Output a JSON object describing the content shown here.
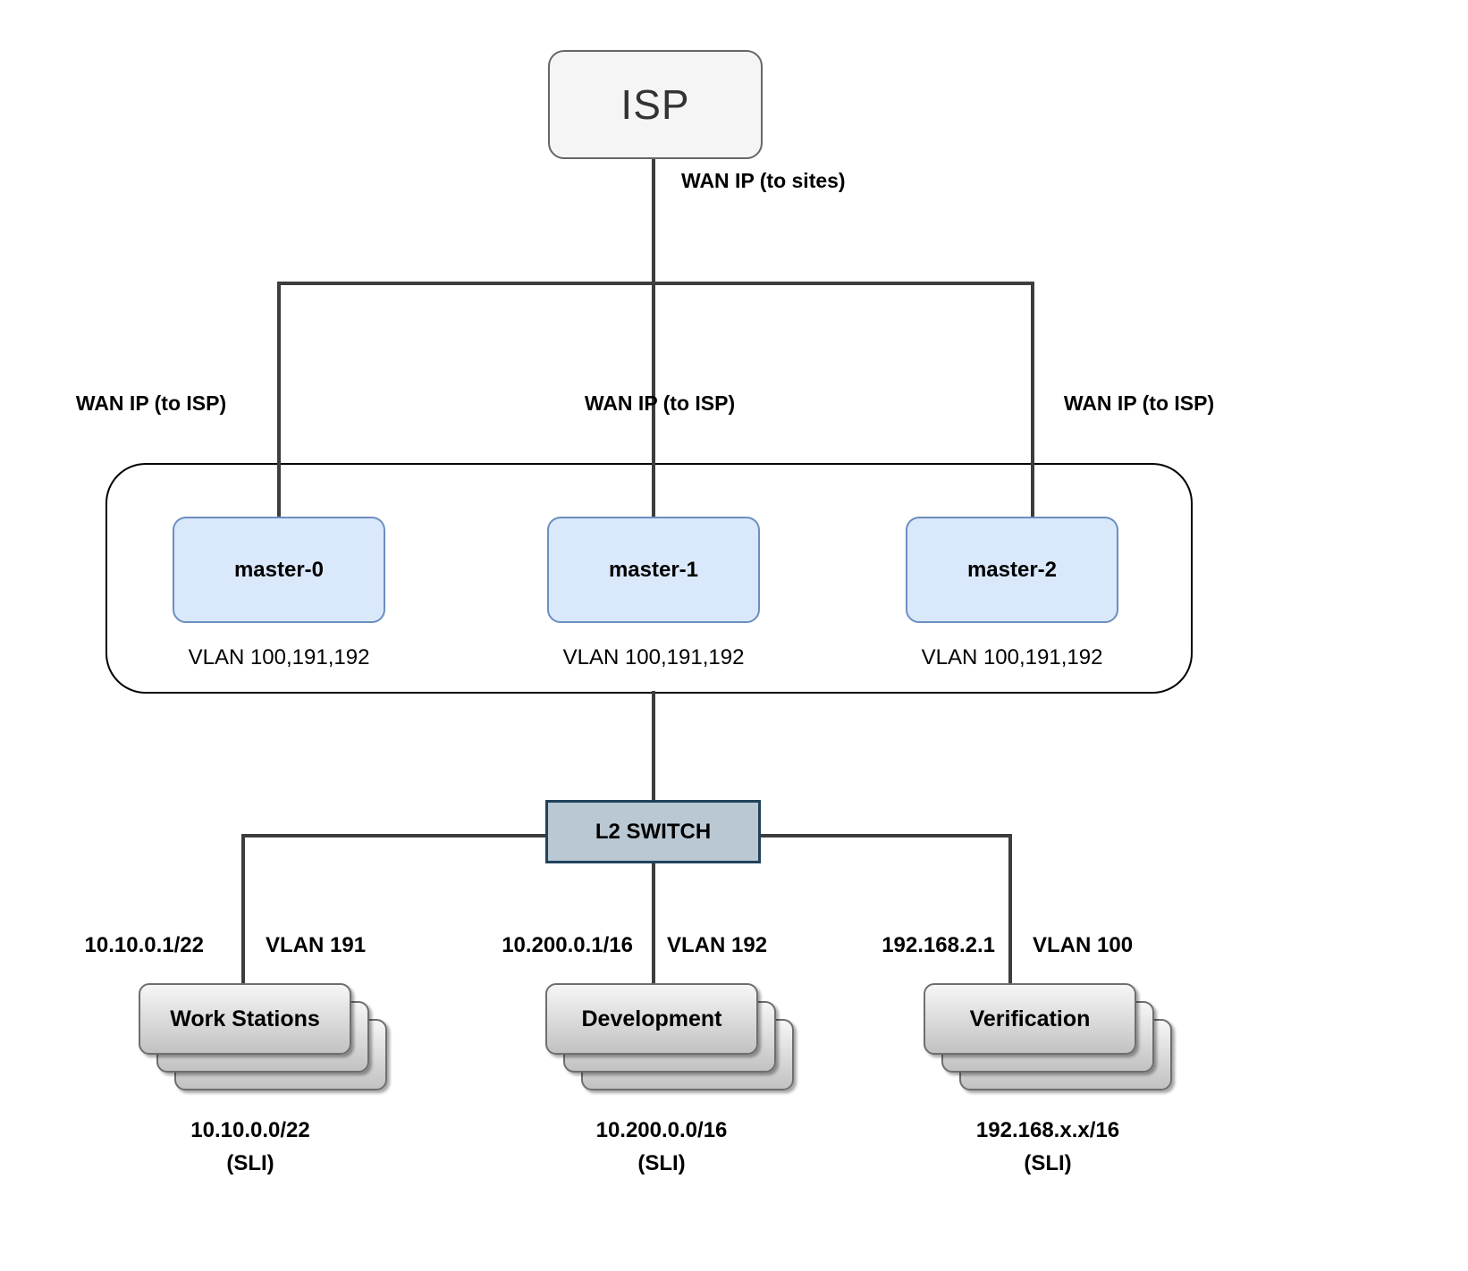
{
  "diagram": {
    "isp": {
      "label": "ISP"
    },
    "wan_to_sites_label": "WAN IP (to sites)",
    "wan_to_isp_labels": [
      "WAN IP (to ISP)",
      "WAN IP (to ISP)",
      "WAN IP (to ISP)"
    ],
    "masters": [
      {
        "label": "master-0",
        "vlan": "VLAN 100,191,192"
      },
      {
        "label": "master-1",
        "vlan": "VLAN 100,191,192"
      },
      {
        "label": "master-2",
        "vlan": "VLAN 100,191,192"
      }
    ],
    "switch": {
      "label": "L2 SWITCH"
    },
    "segments": [
      {
        "gateway_ip": "10.10.0.1/22",
        "vlan": "VLAN 191",
        "label": "Work Stations",
        "subnet": "10.10.0.0/22",
        "subnet_note": "(SLI)"
      },
      {
        "gateway_ip": "10.200.0.1/16",
        "vlan": "VLAN 192",
        "label": "Development",
        "subnet": "10.200.0.0/16",
        "subnet_note": "(SLI)"
      },
      {
        "gateway_ip": "192.168.2.1",
        "vlan": "VLAN 100",
        "label": "Verification",
        "subnet": "192.168.x.x/16",
        "subnet_note": "(SLI)"
      }
    ],
    "colors": {
      "connector_line": "#3d3d3d",
      "container_border": "#000000",
      "isp_fill": "#f5f5f5",
      "isp_border": "#666666",
      "master_fill": "#dae8fc",
      "master_border": "#6c8ebf",
      "switch_fill": "#bac8d3",
      "switch_border": "#20435c",
      "stack_fill_top": "#f6f6f6",
      "stack_fill_bottom": "#c2c2c2",
      "stack_border": "#6e6e6e"
    }
  }
}
